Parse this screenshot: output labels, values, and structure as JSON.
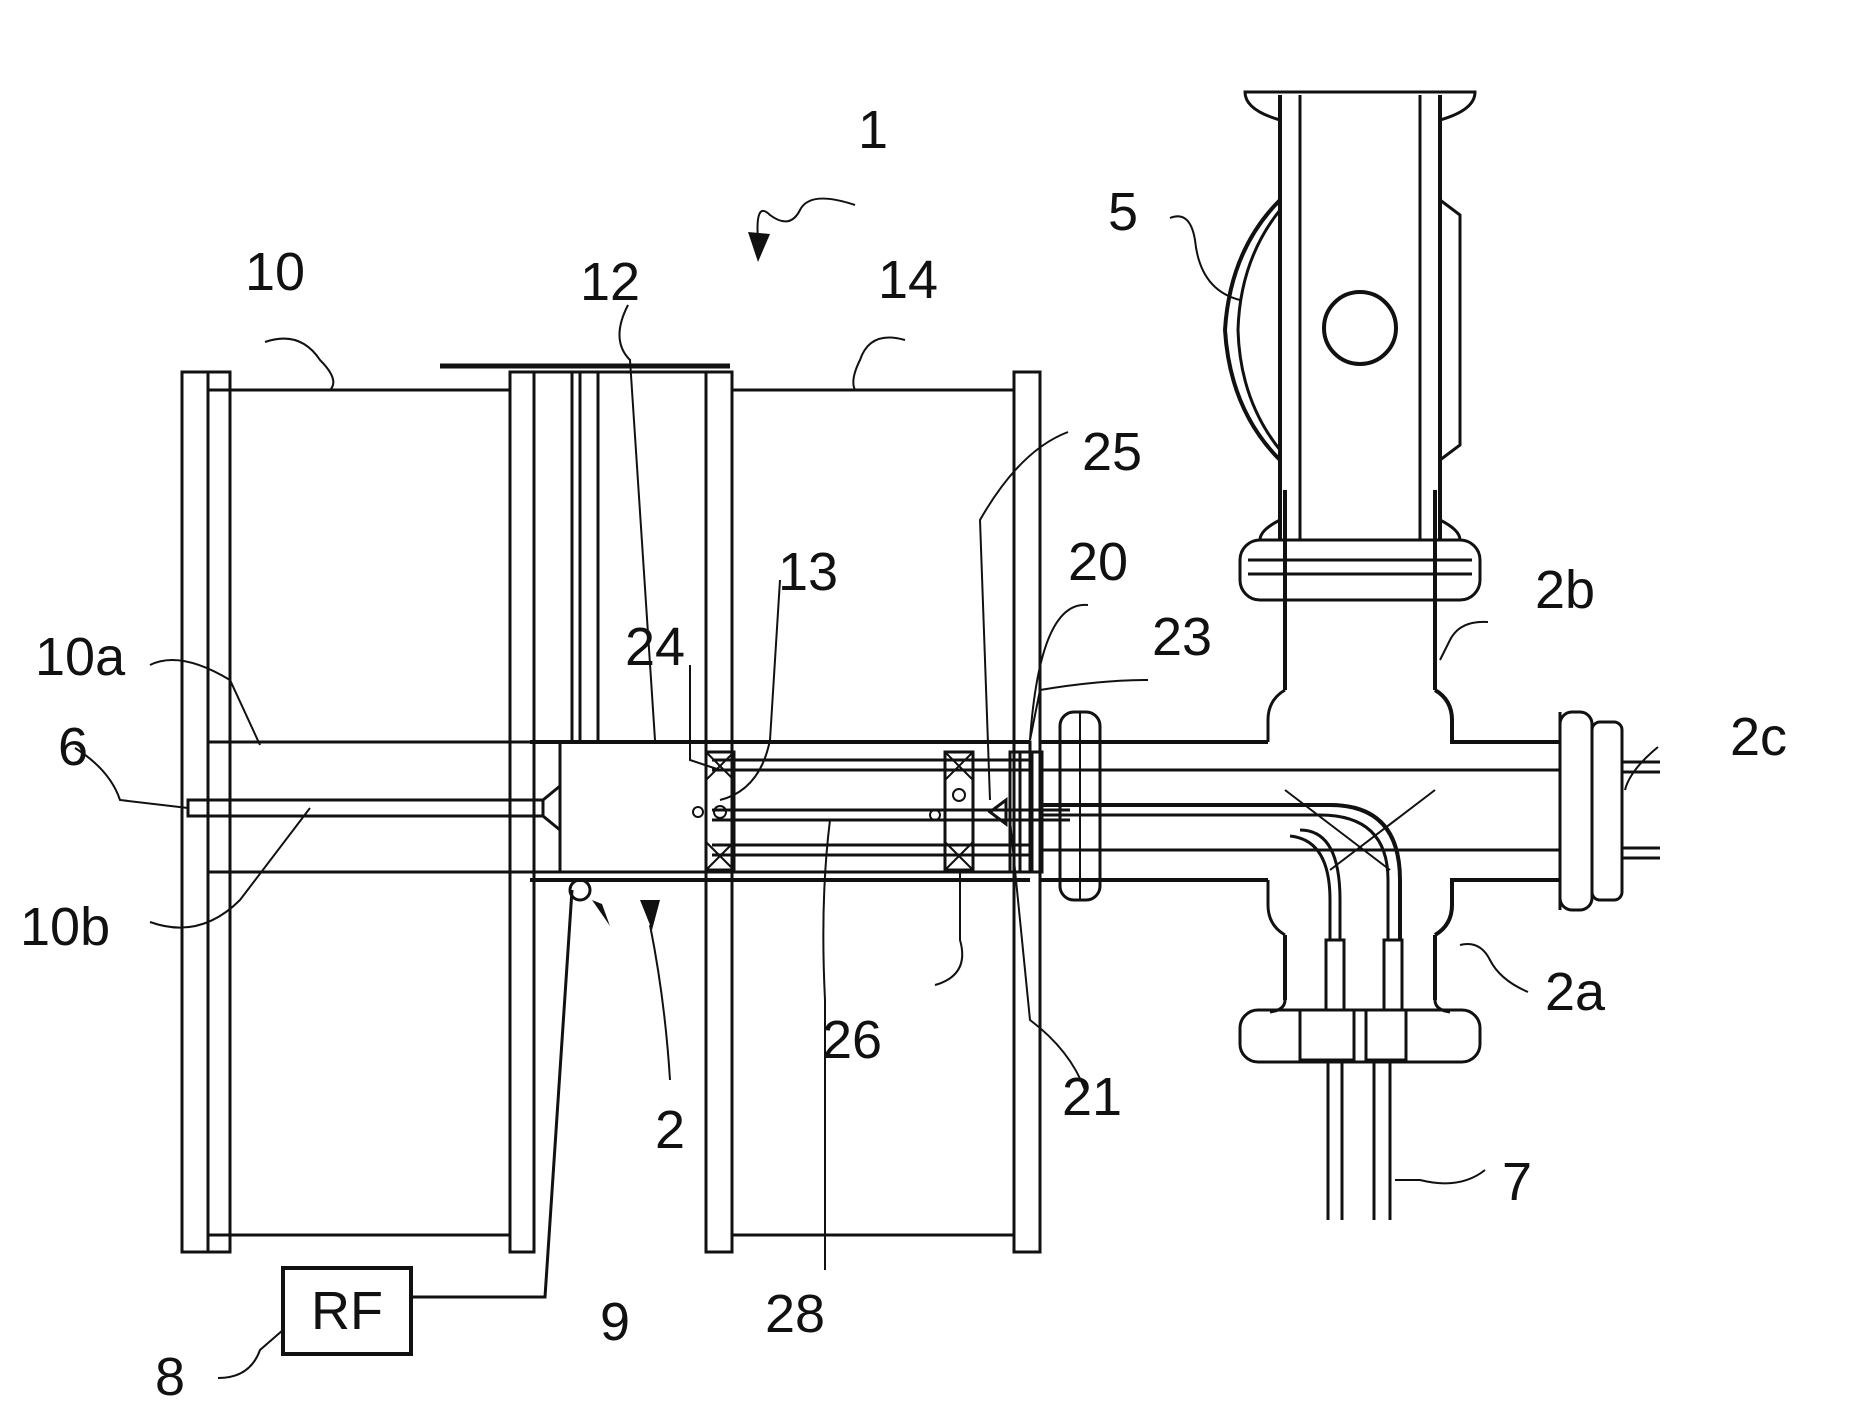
{
  "figure": {
    "labels": {
      "l1": "1",
      "l2": "2",
      "l2a": "2a",
      "l2b": "2b",
      "l2c": "2c",
      "l5": "5",
      "l6": "6",
      "l7": "7",
      "l8": "8",
      "l9": "9",
      "l10": "10",
      "l10a": "10a",
      "l10b": "10b",
      "l12": "12",
      "l13": "13",
      "l14": "14",
      "l20": "20",
      "l21": "21",
      "l23": "23",
      "l24": "24",
      "l25": "25",
      "l26": "26",
      "l28": "28",
      "rf": "RF"
    }
  }
}
